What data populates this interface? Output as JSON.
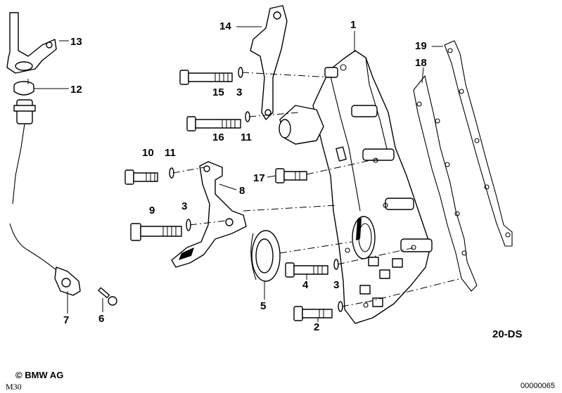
{
  "diagram": {
    "callouts": [
      {
        "id": "c1",
        "label": "1"
      },
      {
        "id": "c2",
        "label": "2"
      },
      {
        "id": "c3a",
        "label": "3"
      },
      {
        "id": "c3b",
        "label": "3"
      },
      {
        "id": "c3c",
        "label": "3"
      },
      {
        "id": "c4",
        "label": "4"
      },
      {
        "id": "c5",
        "label": "5"
      },
      {
        "id": "c6",
        "label": "6"
      },
      {
        "id": "c7",
        "label": "7"
      },
      {
        "id": "c8",
        "label": "8"
      },
      {
        "id": "c9",
        "label": "9"
      },
      {
        "id": "c10",
        "label": "10"
      },
      {
        "id": "c11a",
        "label": "11"
      },
      {
        "id": "c11b",
        "label": "11"
      },
      {
        "id": "c12",
        "label": "12"
      },
      {
        "id": "c13",
        "label": "13"
      },
      {
        "id": "c14",
        "label": "14"
      },
      {
        "id": "c15",
        "label": "15"
      },
      {
        "id": "c16",
        "label": "16"
      },
      {
        "id": "c17",
        "label": "17"
      },
      {
        "id": "c18",
        "label": "18"
      },
      {
        "id": "c19",
        "label": "19"
      }
    ],
    "reference_code": "20-DS"
  },
  "footer": {
    "copyright": "© BMW AG",
    "model": "M30",
    "image_id": "00000065"
  }
}
